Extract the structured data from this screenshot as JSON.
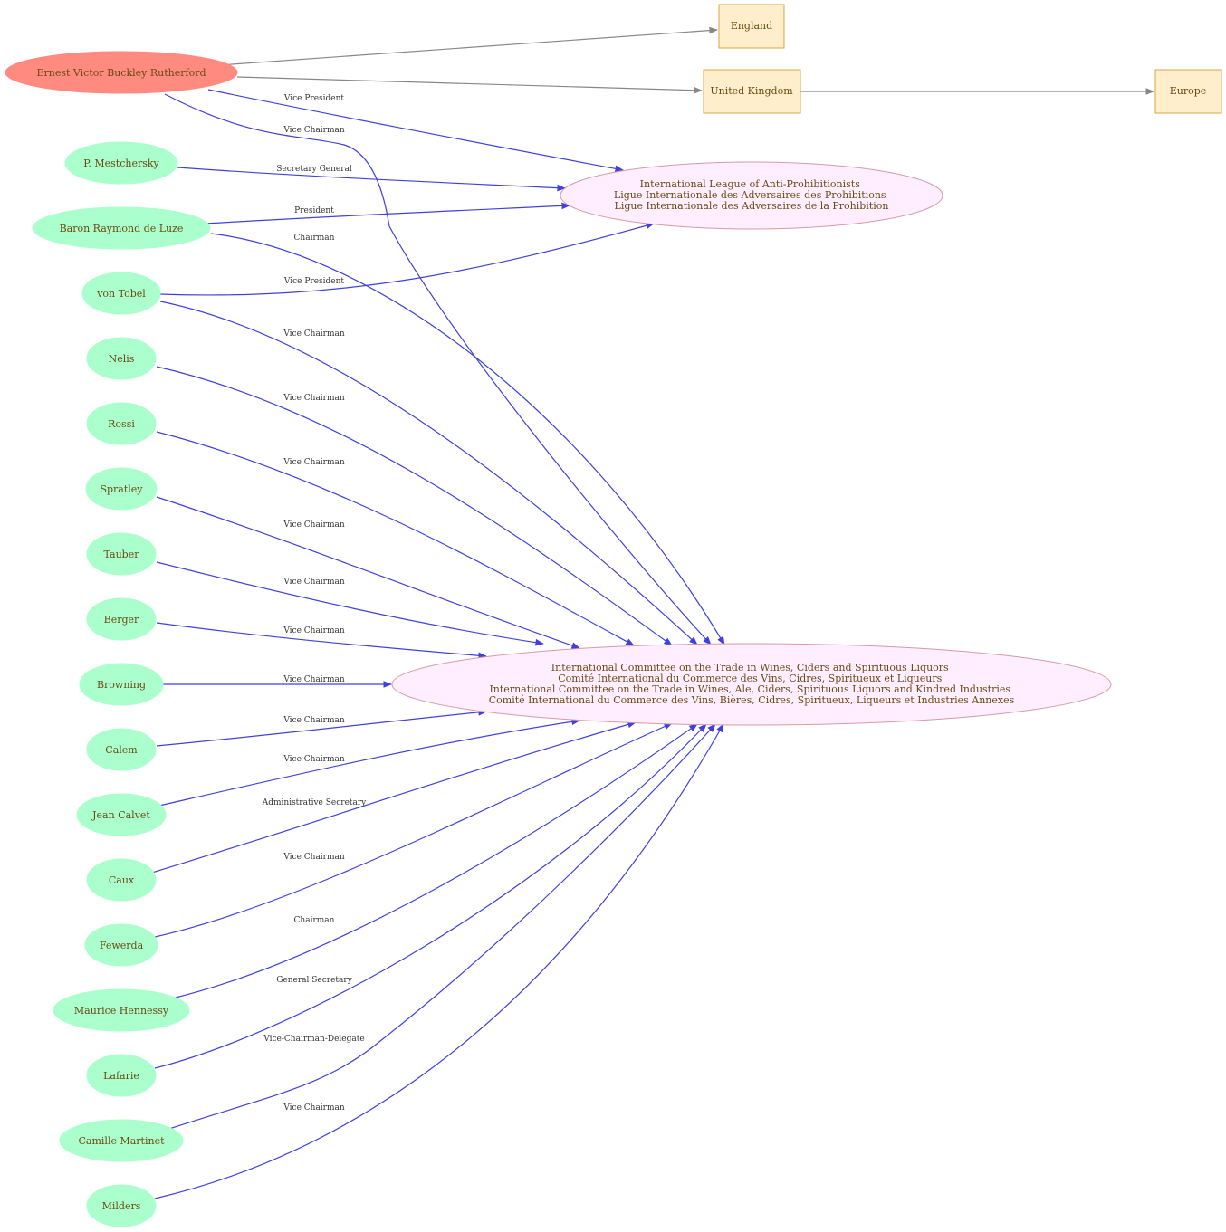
{
  "colors": {
    "main_person_fill": "#ff8a80",
    "person_fill": "#aaffcc",
    "place_fill": "#ffeecc",
    "place_stroke": "#d9a441",
    "org_fill": "#ffeeff",
    "org_stroke": "#d99aa0",
    "relation_edge": "#4040e0",
    "location_edge": "#888888"
  },
  "nodes": {
    "rutherford": "Ernest Victor Buckley  Rutherford",
    "mestchersky": "P. Mestchersky",
    "deluze": "Baron Raymond  de Luze",
    "vontobel": "von Tobel",
    "nelis": "Nelis",
    "rossi": "Rossi",
    "spratley": "Spratley",
    "tauber": "Tauber",
    "berger": "Berger",
    "browning": "Browning",
    "calem": "Calem",
    "calvet": "Jean Calvet",
    "caux": "Caux",
    "fewerda": "Fewerda",
    "hennessy": "Maurice Hennessy",
    "lafarie": "Lafarie",
    "martinet": "Camille Martinet",
    "milders": "Milders",
    "england": "England",
    "uk": "United Kingdom",
    "europe": "Europe",
    "league": [
      "International League of Anti-Prohibitionists",
      "Ligue Internationale des Adversaires des Prohibitions",
      "Ligue Internationale des Adversaires de la Prohibition"
    ],
    "committee": [
      "International Committee on the Trade in Wines, Ciders and Spirituous Liquors",
      "Comité International du Commerce des Vins, Cidres, Spiritueux et Liqueurs",
      "International Committee on the Trade in Wines, Ale, Ciders, Spirituous Liquors and Kindred Industries",
      "Comité International du Commerce des Vins, Bières, Cidres, Spiritueux, Liqueurs et Industries Annexes"
    ]
  },
  "edges": {
    "rutherford_league": "Vice President",
    "rutherford_committee": "Vice Chairman",
    "mestchersky_league": "Secretary General",
    "deluze_league": "President",
    "deluze_committee": "Chairman",
    "vontobel_league": "Vice President",
    "vontobel_committee": "Vice Chairman",
    "nelis_committee": "Vice Chairman",
    "rossi_committee": "Vice Chairman",
    "spratley_committee": "Vice Chairman",
    "tauber_committee": "Vice Chairman",
    "berger_committee": "Vice Chairman",
    "browning_committee": "Vice Chairman",
    "calem_committee": "Vice Chairman",
    "calvet_committee": "Vice Chairman",
    "caux_committee": "Administrative Secretary",
    "fewerda_committee": "Vice Chairman",
    "hennessy_committee": "Chairman",
    "lafarie_committee": "General Secretary",
    "martinet_committee": "Vice-Chairman-Delegate",
    "milders_committee": "Vice Chairman"
  }
}
